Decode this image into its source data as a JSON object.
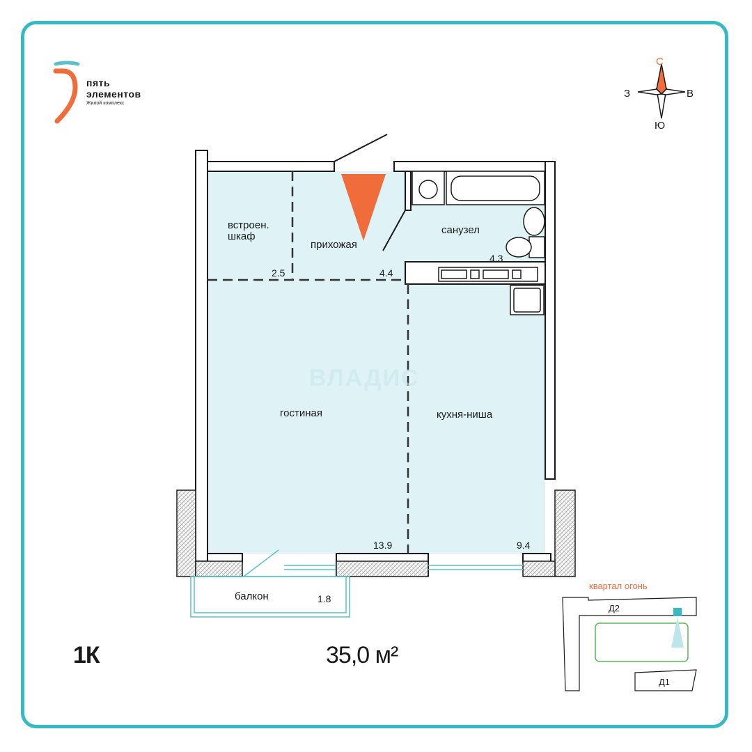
{
  "brand": {
    "line1": "пять",
    "line2": "элементов",
    "subtitle": "Жилой комплекс",
    "accent_color": "#f06c3a",
    "secondary_color": "#5bbfc9"
  },
  "compass": {
    "north": "С",
    "south": "Ю",
    "west": "З",
    "east": "В",
    "north_color": "#f06c3a"
  },
  "rooms": {
    "closet": {
      "label_line1": "встроен.",
      "label_line2": "шкаф",
      "area": "2.5"
    },
    "hallway": {
      "label": "прихожая",
      "area": "4.4"
    },
    "bathroom": {
      "label": "санузел",
      "area": "4.3"
    },
    "living": {
      "label": "гостиная",
      "area": "13.9"
    },
    "kitchen": {
      "label": "кухня-ниша",
      "area": "9.4"
    },
    "balcony": {
      "label": "балкон",
      "area": "1.8"
    }
  },
  "apartment": {
    "type": "1К",
    "total_area": "35,0 м²"
  },
  "watermark": "ВЛАДИС",
  "site_plan": {
    "title": "квартал огонь",
    "building_1": "Д1",
    "building_2": "Д2"
  },
  "colors": {
    "frame": "#37b9c4",
    "floor": "#dff3f6",
    "wall_hatch": "#bdbdbd",
    "entrance_marker": "#f06c3a",
    "courtyard": "#58b85b"
  }
}
